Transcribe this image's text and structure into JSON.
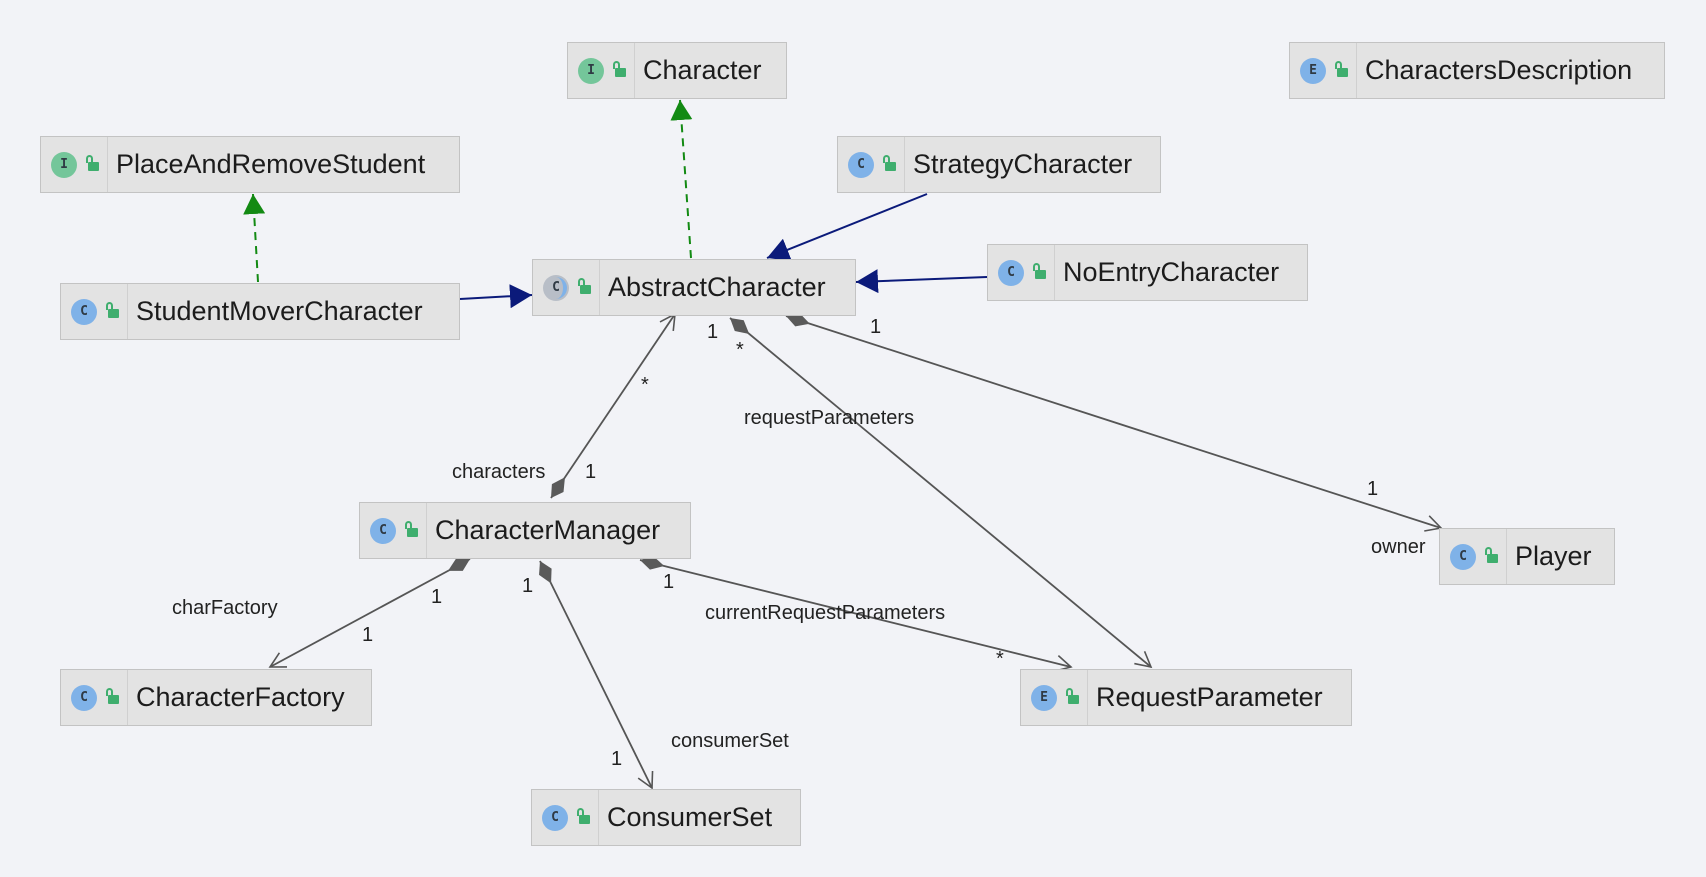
{
  "nodes": {
    "character": {
      "name": "Character",
      "kind": "I"
    },
    "characters_description": {
      "name": "CharactersDescription",
      "kind": "E"
    },
    "place_and_remove_student": {
      "name": "PlaceAndRemoveStudent",
      "kind": "I"
    },
    "strategy_character": {
      "name": "StrategyCharacter",
      "kind": "C"
    },
    "abstract_character": {
      "name": "AbstractCharacter",
      "kind": "C"
    },
    "no_entry_character": {
      "name": "NoEntryCharacter",
      "kind": "C"
    },
    "student_mover_character": {
      "name": "StudentMoverCharacter",
      "kind": "C"
    },
    "character_manager": {
      "name": "CharacterManager",
      "kind": "C"
    },
    "player": {
      "name": "Player",
      "kind": "C"
    },
    "character_factory": {
      "name": "CharacterFactory",
      "kind": "C"
    },
    "request_parameter": {
      "name": "RequestParameter",
      "kind": "E"
    },
    "consumer_set": {
      "name": "ConsumerSet",
      "kind": "C"
    }
  },
  "labels": {
    "characters_role": "characters",
    "characters_mult_source": "1",
    "characters_mult_target": "*",
    "request_parameters_role": "requestParameters",
    "request_parameters_mult_source": "1",
    "request_parameters_mult_target": "*",
    "owner_role": "owner",
    "owner_mult_source": "1",
    "owner_mult_target": "1",
    "char_factory_role": "charFactory",
    "char_factory_mult_source": "1",
    "char_factory_mult_target": "1",
    "consumer_set_role": "consumerSet",
    "consumer_set_mult_source": "1",
    "consumer_set_mult_target": "1",
    "current_request_parameters_role": "currentRequestParameters",
    "current_request_parameters_mult_source": "1",
    "current_request_parameters_mult_target": "*"
  },
  "colors": {
    "realization": "#138a13",
    "generalization": "#0b1a7a",
    "association": "#555555",
    "class_icon": "#7fb2e8",
    "interface_icon": "#74c69a",
    "visibility_lock": "#3fae6e"
  },
  "icons": {
    "class": "class-icon",
    "interface": "interface-icon",
    "enum": "enum-icon",
    "abstract": "abstract-class-icon",
    "visibility": "public-lock-icon"
  }
}
